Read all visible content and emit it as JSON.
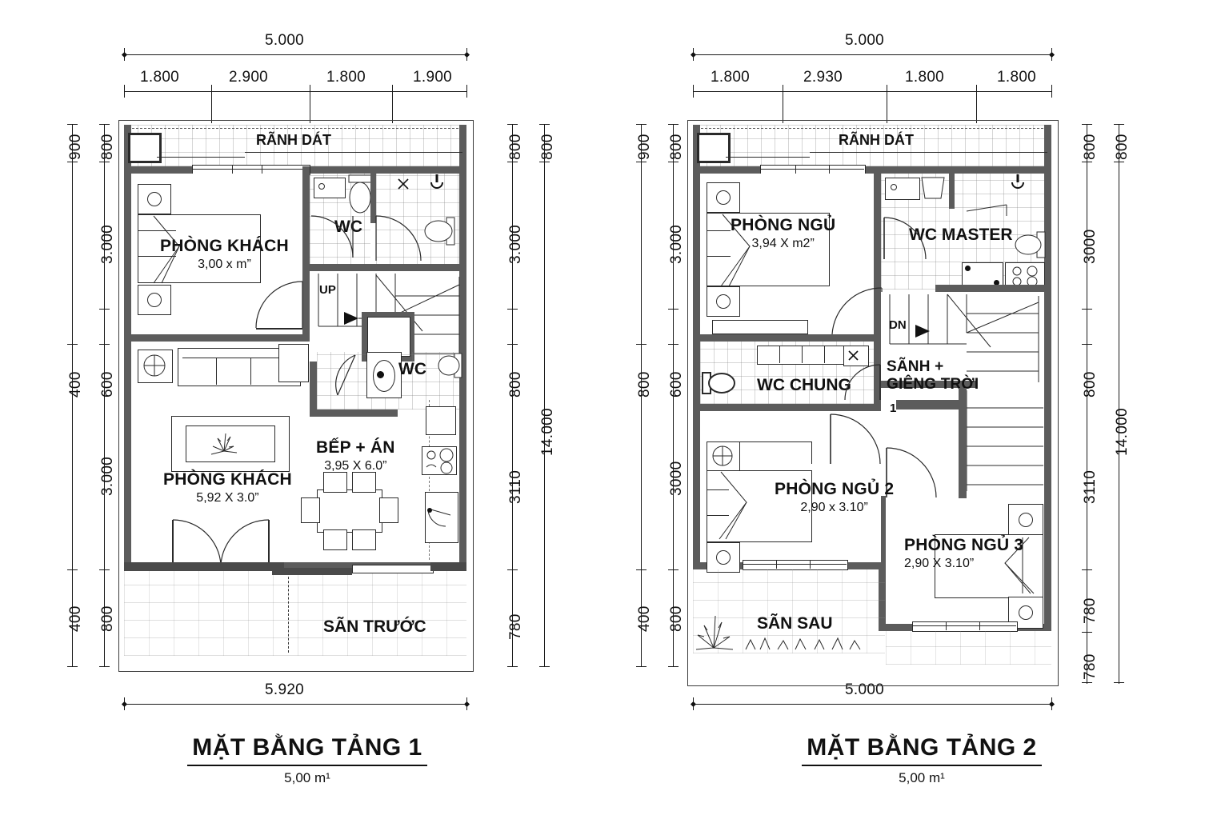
{
  "plans": [
    {
      "id": "floor-1",
      "title": "MẶT BẰNG TẢNG 1",
      "subtitle": "5,00 m¹",
      "top_total": "5.000",
      "top_chain": [
        "1.800",
        "2.900",
        "1.800",
        "1.900"
      ],
      "bottom_total": "5.920",
      "left_outer": [
        "900",
        "400",
        "400"
      ],
      "left_inner": [
        "800",
        "3.000",
        "600",
        "3.000",
        "800"
      ],
      "right_inner": [
        "800",
        "3.000",
        "800",
        "3110",
        "780"
      ],
      "right_outer": [
        "800",
        "14.000"
      ],
      "gutter_label": "RÃNH DÁT",
      "rooms": [
        {
          "name": "PHÒNG KHÁCH",
          "dim": "3,00 x m”"
        },
        {
          "name": "WC",
          "dim": ""
        },
        {
          "name": "WC",
          "dim": ""
        },
        {
          "name": "PHÒNG KHÁCH",
          "dim": "5,92 X 3.0”"
        },
        {
          "name": "BẾP + ÁN",
          "dim": "3,95 X 6.0”"
        },
        {
          "name": "SÃN TRƯỚC",
          "dim": ""
        }
      ],
      "stair_label": "UP"
    },
    {
      "id": "floor-2",
      "title": "MẶT BẰNG TẢNG 2",
      "subtitle": "5,00 m¹",
      "top_total": "5.000",
      "top_chain": [
        "1.800",
        "2.930",
        "1.800",
        "1.800"
      ],
      "bottom_total": "5.000",
      "left_outer": [
        "900",
        "800",
        "400"
      ],
      "left_inner": [
        "800",
        "3.000",
        "600",
        "3000",
        "800"
      ],
      "right_inner": [
        "800",
        "3000",
        "800",
        "3110",
        "780",
        "780"
      ],
      "right_outer": [
        "800",
        "14.000"
      ],
      "gutter_label": "RÃNH DÁT",
      "rooms": [
        {
          "name": "PHÒNG NGỦ",
          "dim": "3,94 X m2”"
        },
        {
          "name": "WC MASTER",
          "dim": ""
        },
        {
          "name": "WC  CHUNG",
          "dim": ""
        },
        {
          "name": "SÃNH +",
          "name2": "GIÊNG TRỜI",
          "dim": "1"
        },
        {
          "name": "PHÒNG NGỦ 2",
          "dim": "2,90 x 3.10”"
        },
        {
          "name": "PHÒNG NGỦ 3",
          "dim": "2,90 X 3.10”"
        },
        {
          "name": "SÃN SAU",
          "dim": ""
        }
      ],
      "stair_label": "DN"
    }
  ],
  "colors": {
    "wall": "#5c5c5c",
    "line": "#1a1a1a",
    "paper": "#ffffff"
  }
}
